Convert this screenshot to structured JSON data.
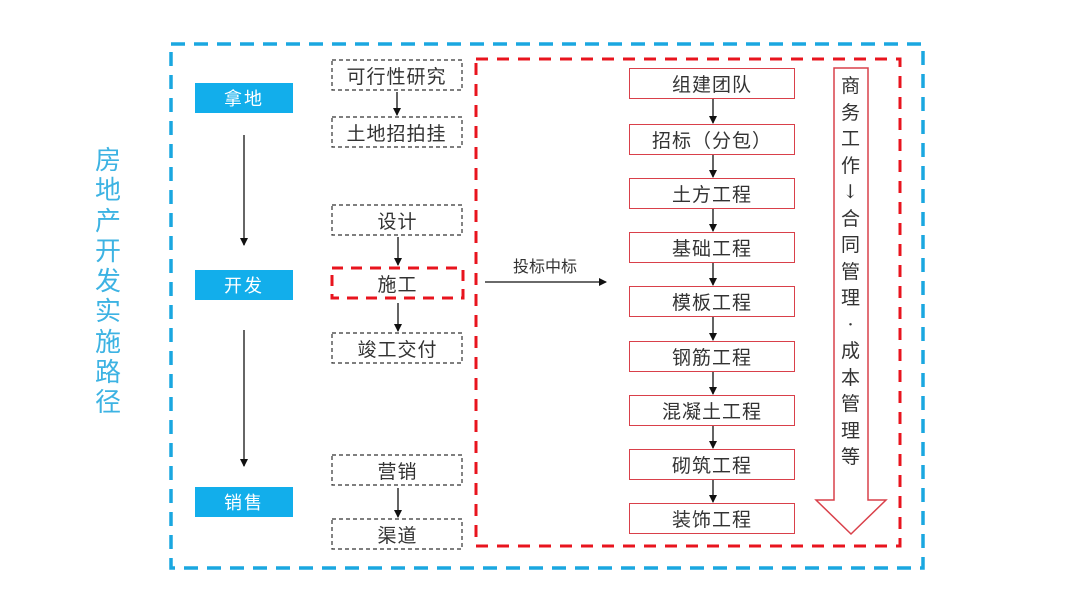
{
  "title": "房地产开发实施路径",
  "phases": [
    {
      "label": "拿地"
    },
    {
      "label": "开发"
    },
    {
      "label": "销售"
    }
  ],
  "sub_steps": [
    {
      "label": "可行性研究",
      "highlight": false
    },
    {
      "label": "土地招拍挂",
      "highlight": false
    },
    {
      "label": "设计",
      "highlight": false
    },
    {
      "label": "施工",
      "highlight": true
    },
    {
      "label": "竣工交付",
      "highlight": false
    },
    {
      "label": "营销",
      "highlight": false
    },
    {
      "label": "渠道",
      "highlight": false
    }
  ],
  "bid_label": "投标中标",
  "construction_steps": [
    {
      "label": "组建团队"
    },
    {
      "label": "招标（分包）"
    },
    {
      "label": "土方工程"
    },
    {
      "label": "基础工程"
    },
    {
      "label": "模板工程"
    },
    {
      "label": "钢筋工程"
    },
    {
      "label": "混凝土工程"
    },
    {
      "label": "砌筑工程"
    },
    {
      "label": "装饰工程"
    }
  ],
  "side_note": "商务工作↓合同管理·成本管理等",
  "colors": {
    "outer_border": "#1aa7e0",
    "inner_border": "#e8141e",
    "phase_fill": "#12aeeb",
    "step_border": "#d9404a",
    "title_text": "#3db3e3"
  }
}
